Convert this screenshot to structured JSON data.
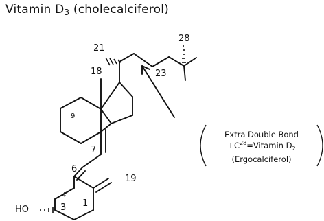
{
  "title": {
    "prefix": "Vitamin D",
    "subscript": "3",
    "suffix": " (cholecalciferol)"
  },
  "labels": {
    "c21": "21",
    "c18": "18",
    "c23": "23",
    "c28": "28",
    "c9": "9",
    "c7": "7",
    "c6": "6",
    "c19": "19",
    "c4": "4",
    "c3": "3",
    "c1": "1",
    "ho": "HO"
  },
  "note": {
    "line1": "Extra Double Bond",
    "line2_prefix": "+C",
    "line2_sup": "28",
    "line2_suffix": "=Vitamin D",
    "line2_sub": "2",
    "line3": "(Ergocalciferol)"
  }
}
